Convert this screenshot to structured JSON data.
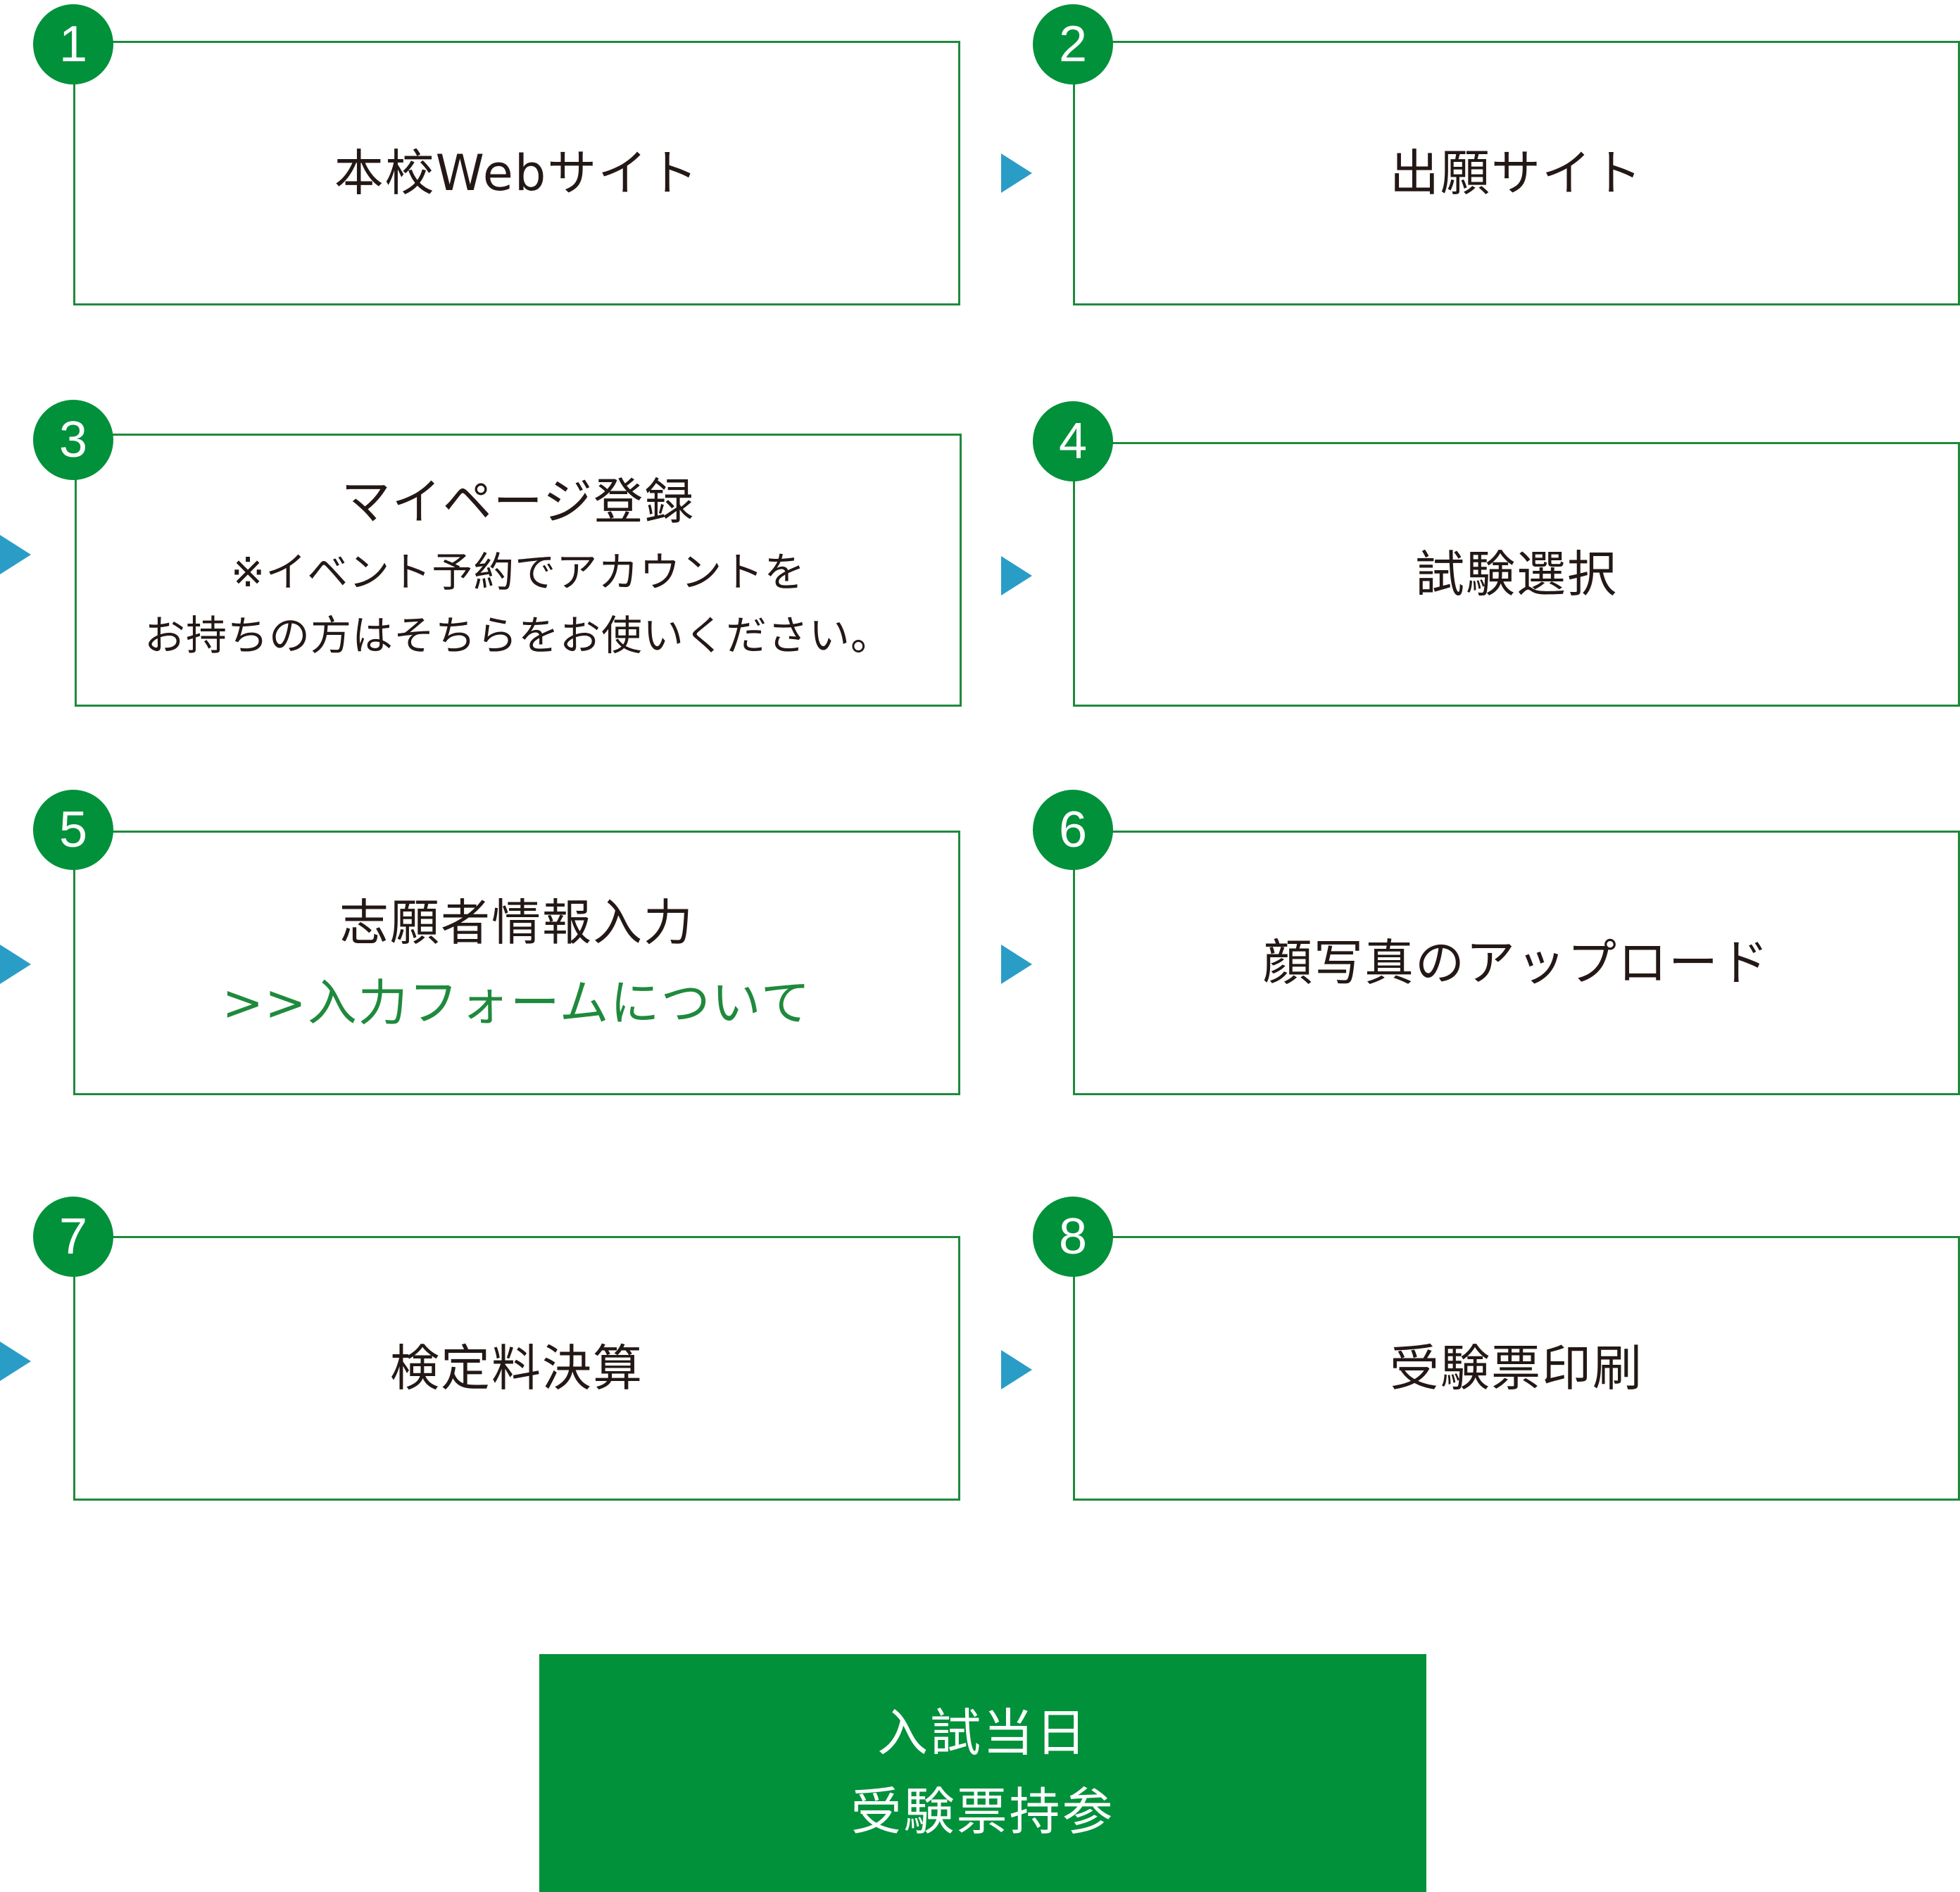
{
  "steps": [
    {
      "number": "1",
      "title": "本校Webサイト"
    },
    {
      "number": "2",
      "title": "出願サイト"
    },
    {
      "number": "3",
      "title": "マイページ登録",
      "note_line1": "※イベント予約でアカウントを",
      "note_line2": "お持ちの方はそちらをお使いください。"
    },
    {
      "number": "4",
      "title": "試験選択"
    },
    {
      "number": "5",
      "title": "志願者情報入力",
      "link": ">>入力フォームについて"
    },
    {
      "number": "6",
      "title": "顔写真のアップロード"
    },
    {
      "number": "7",
      "title": "検定料決算"
    },
    {
      "number": "8",
      "title": "受験票印刷"
    }
  ],
  "final": {
    "line1": "入試当日",
    "line2": "受験票持参"
  },
  "colors": {
    "accent_green": "#00913a",
    "border_green": "#1f8a3c",
    "arrow_blue": "#2a9dc6",
    "text": "#231815"
  },
  "icons": {
    "flow_arrow": "triangle-right"
  }
}
